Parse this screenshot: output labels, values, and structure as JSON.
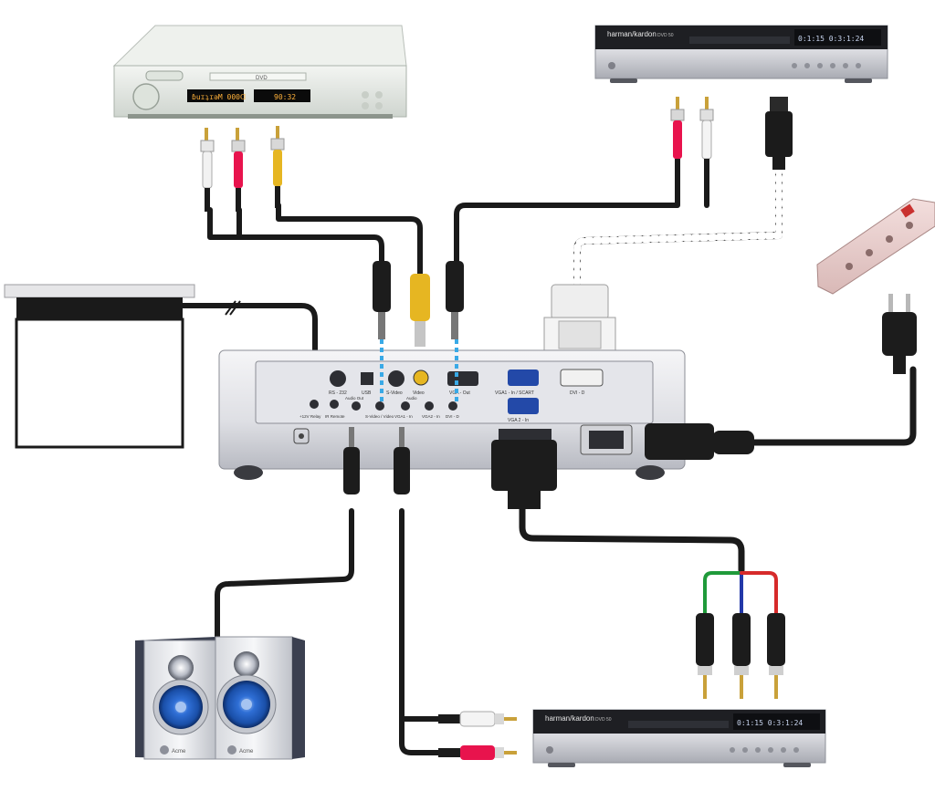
{
  "dvd_player": {
    "disc_logo": "DVD",
    "display_left": "ɓuɪʇɪəM 000ꓷ",
    "display_right": "90:32"
  },
  "receiver_top": {
    "brand": "harman/kardon",
    "model": "DVD 50",
    "display": "0:1:15 0:3:1:24"
  },
  "receiver_bottom": {
    "brand": "harman/kardon",
    "model": "DVD 50",
    "display": "0:1:15 0:3:1:24"
  },
  "projector_panel": {
    "rs232": "RS - 232",
    "usb": "USB",
    "svideo": "S-Video",
    "video": "Video",
    "vga_out": "VGA - Out",
    "vga1_in": "VGA1 - In / SCART",
    "dvi_d": "DVI - D",
    "vga2_in": "VGA 2 - In",
    "audio_out": "Audio Out",
    "audio_in": "Audio",
    "relay_12v": "+12V Relay",
    "ir_remote": "IR Remote",
    "audio_svideo": "S-Video / Video",
    "vga1_audio": "VGA1 - In",
    "vga2_audio": "VGA2 - In",
    "dvi_audio": "DVI - D"
  },
  "speakers": {
    "brand": "Acme"
  }
}
